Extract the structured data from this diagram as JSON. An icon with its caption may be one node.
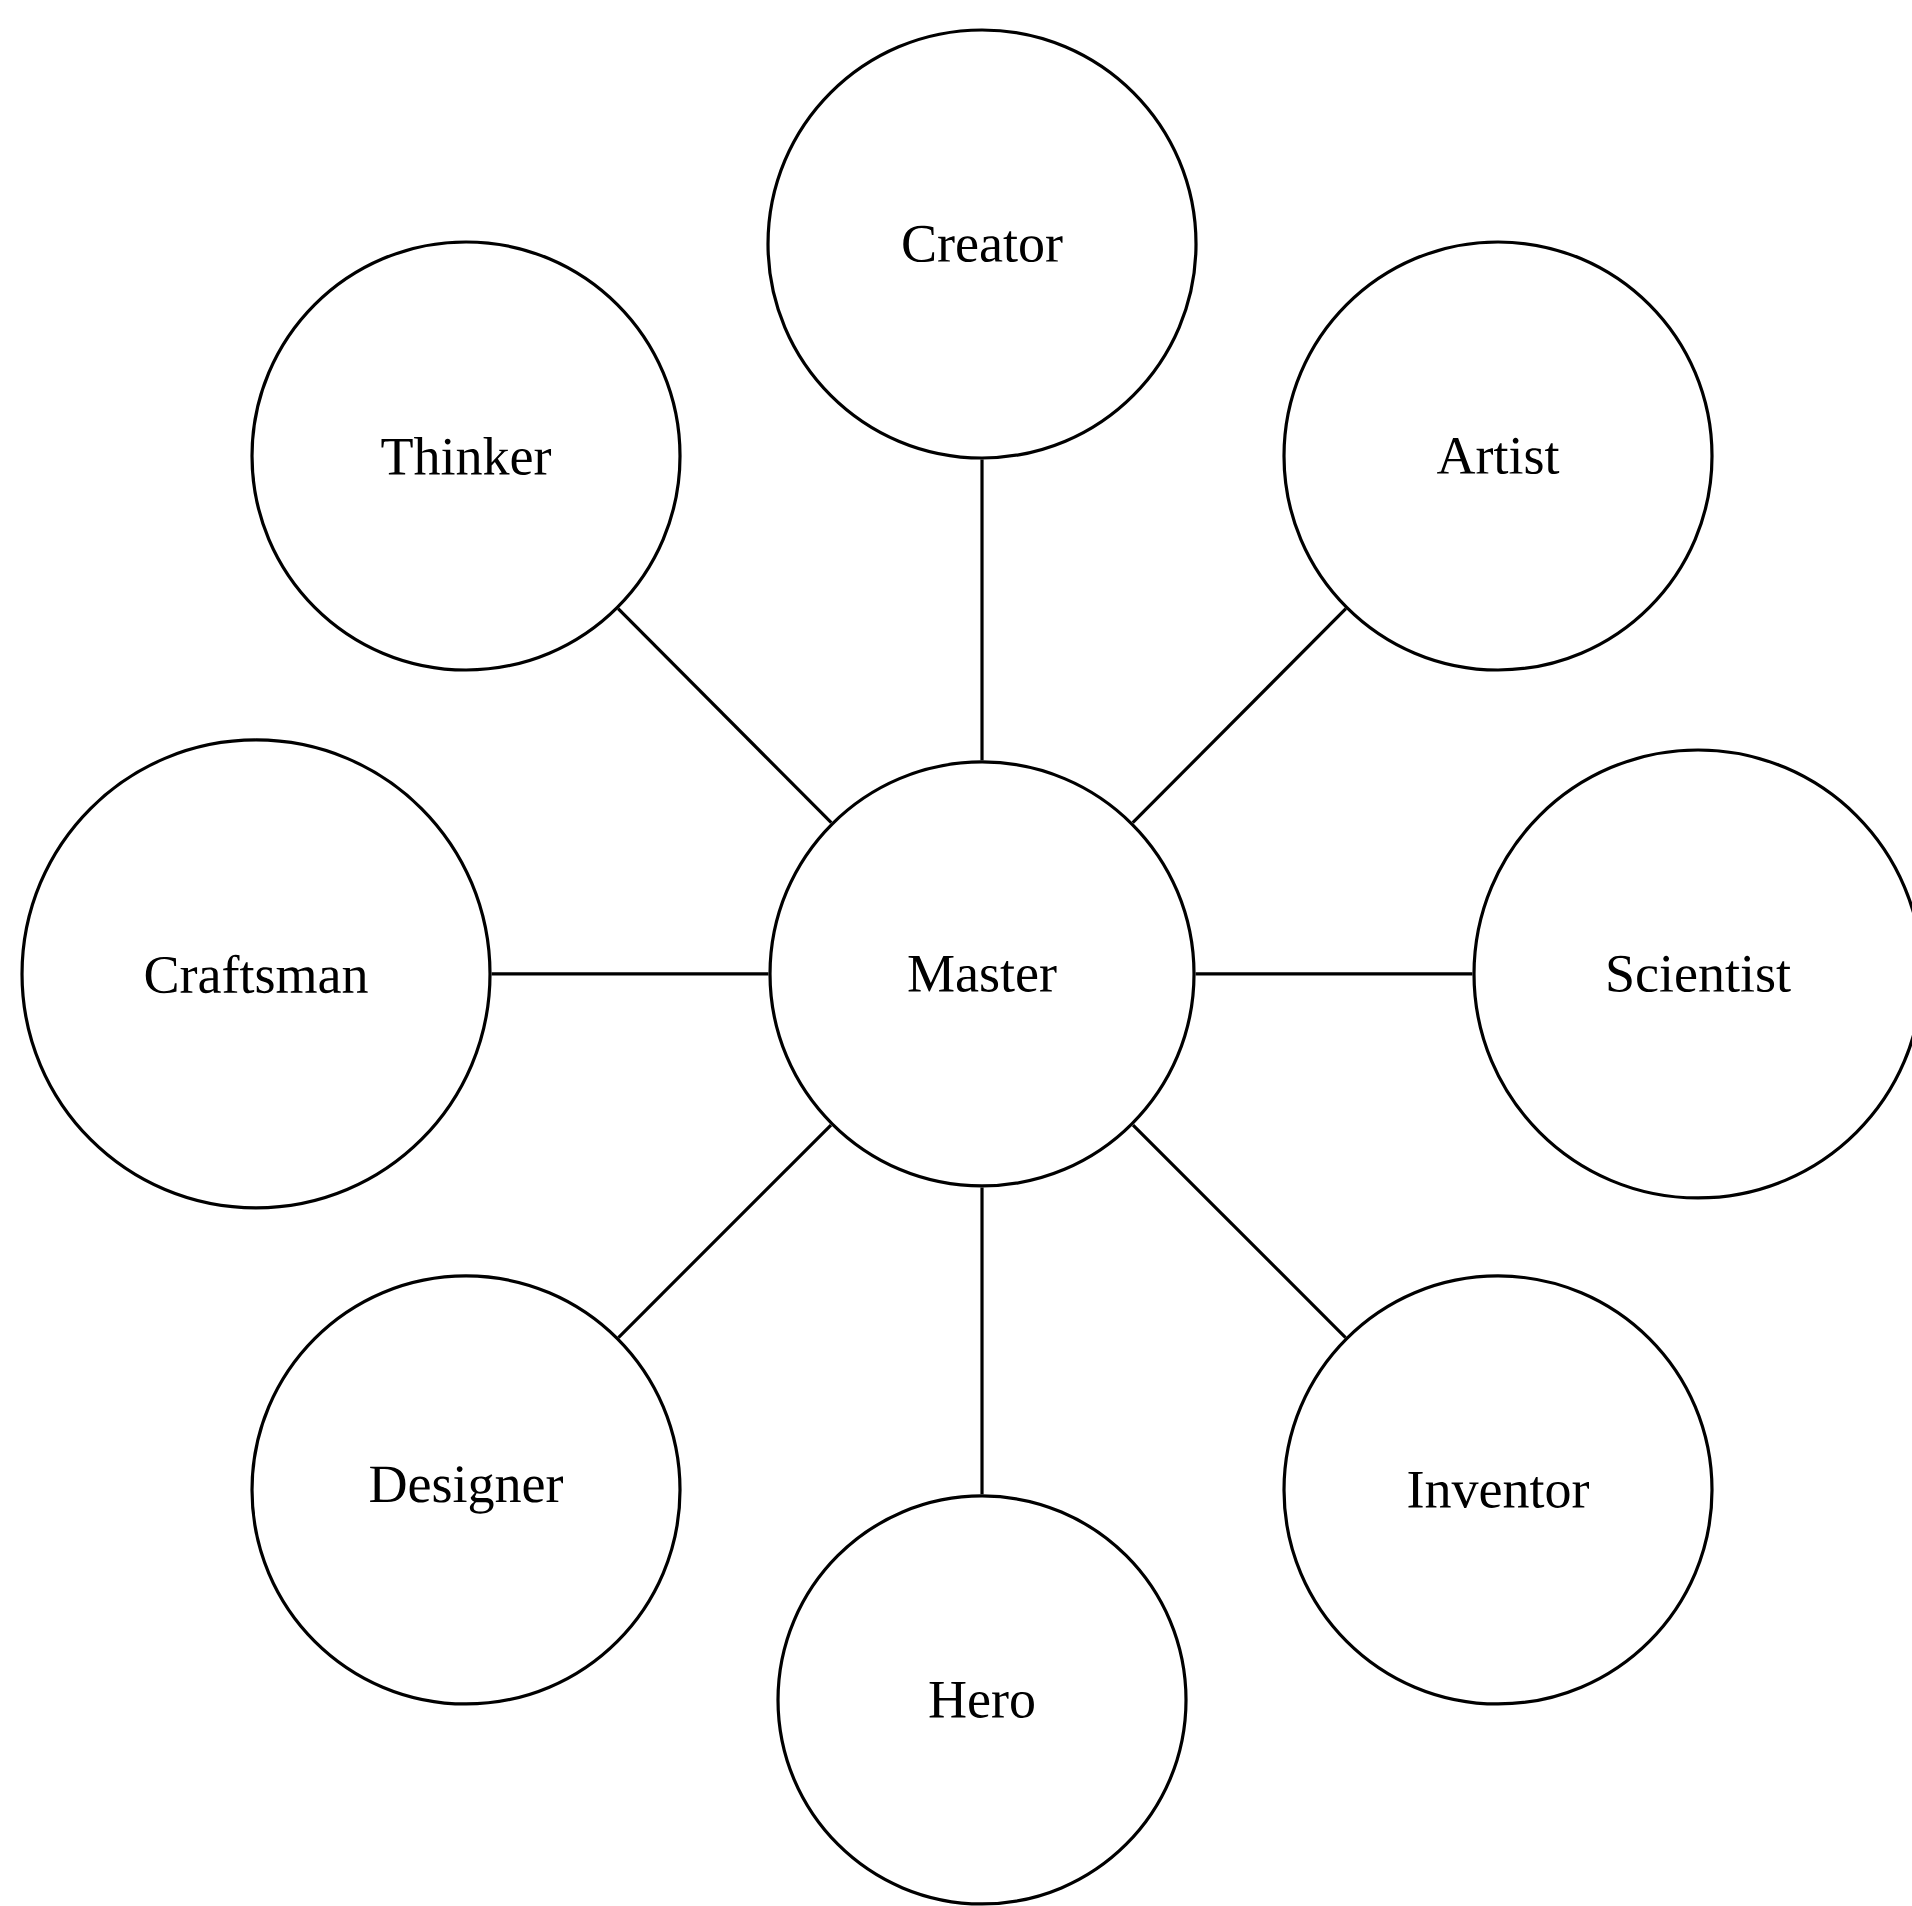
{
  "diagram": {
    "nodes": [
      {
        "text": [
          "Creator"
        ]
      },
      {
        "text": [
          "Thinker"
        ]
      },
      {
        "text": [
          "Artist"
        ]
      },
      {
        "text": [
          "Craftsman"
        ]
      },
      {
        "text": [
          "Master"
        ]
      },
      {
        "text": [
          "Scientist"
        ]
      },
      {
        "text": [
          "Designer"
        ]
      },
      {
        "text": [
          "Inventor"
        ]
      },
      {
        "text": [
          "Hero"
        ]
      }
    ],
    "edges": [
      {
        "from": 4,
        "to": 0,
        "arrow": "none"
      },
      {
        "from": 4,
        "to": 1,
        "arrow": "none"
      },
      {
        "from": 4,
        "to": 2,
        "arrow": "none"
      },
      {
        "from": 4,
        "to": 3,
        "arrow": "none"
      },
      {
        "from": 4,
        "to": 5,
        "arrow": "none"
      },
      {
        "from": 4,
        "to": 6,
        "arrow": "none"
      },
      {
        "from": 4,
        "to": 7,
        "arrow": "none"
      },
      {
        "from": 4,
        "to": 8,
        "arrow": "none"
      }
    ]
  }
}
